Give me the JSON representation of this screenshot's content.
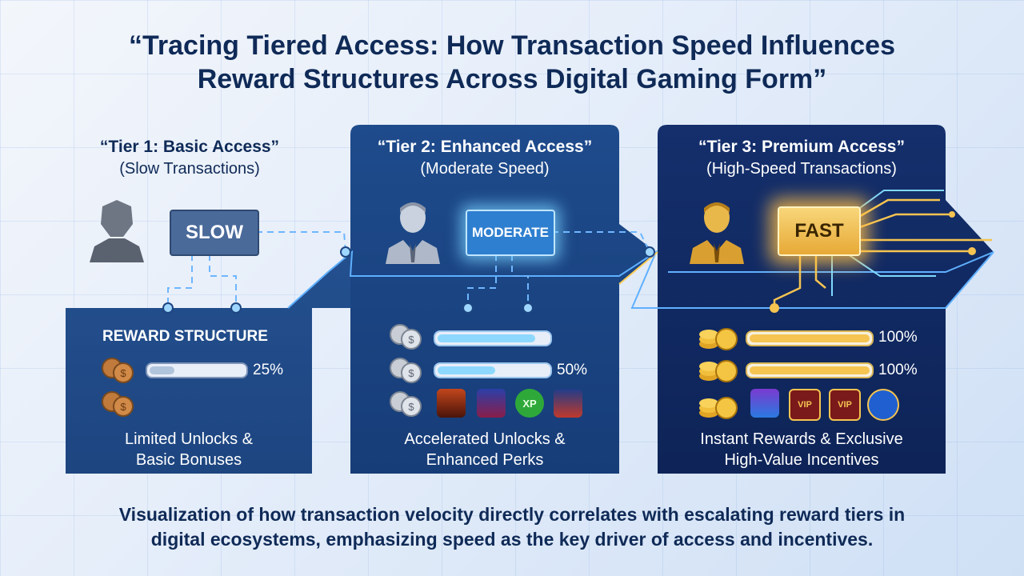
{
  "title_line1": "“Tracing Tiered Access: How Transaction Speed Influences",
  "title_line2": "Reward Structures Across Digital Gaming Form”",
  "tiers": [
    {
      "heading": "“Tier 1: Basic Access”",
      "subheading": "(Slow Transactions)",
      "speed_label": "SLOW",
      "reward_title": "REWARD STRUCTURE",
      "rewards": [
        {
          "percent": 25,
          "label": "25%"
        }
      ],
      "summary_line1": "Limited Unlocks &",
      "summary_line2": "Basic Bonuses"
    },
    {
      "heading": "“Tier 2: Enhanced Access”",
      "subheading": "(Moderate Speed)",
      "speed_label": "MODERATE",
      "rewards": [
        {
          "percent": 85,
          "label": ""
        },
        {
          "percent": 50,
          "label": "50%"
        }
      ],
      "badge_xp": "XP",
      "summary_line1": "Accelerated Unlocks &",
      "summary_line2": "Enhanced Perks"
    },
    {
      "heading": "“Tier 3: Premium Access”",
      "subheading": "(High-Speed Transactions)",
      "speed_label": "FAST",
      "rewards": [
        {
          "percent": 100,
          "label": "100%"
        },
        {
          "percent": 100,
          "label": "100%"
        }
      ],
      "badge_vip": "VIP",
      "summary_line1": "Instant Rewards & Exclusive",
      "summary_line2": "High-Value Incentives"
    }
  ],
  "caption_line1": "Visualization of how transaction velocity directly correlates with escalating reward tiers in",
  "caption_line2": "digital ecosystems, emphasizing speed as the key driver of access and incentives.",
  "colors": {
    "tier1_panel": "#1f4a8a",
    "tier2_panel": "#173f7e",
    "tier3_panel": "#0f2a66",
    "fast_glow": "#f5c451",
    "moderate_glow": "#7fd8ff"
  }
}
